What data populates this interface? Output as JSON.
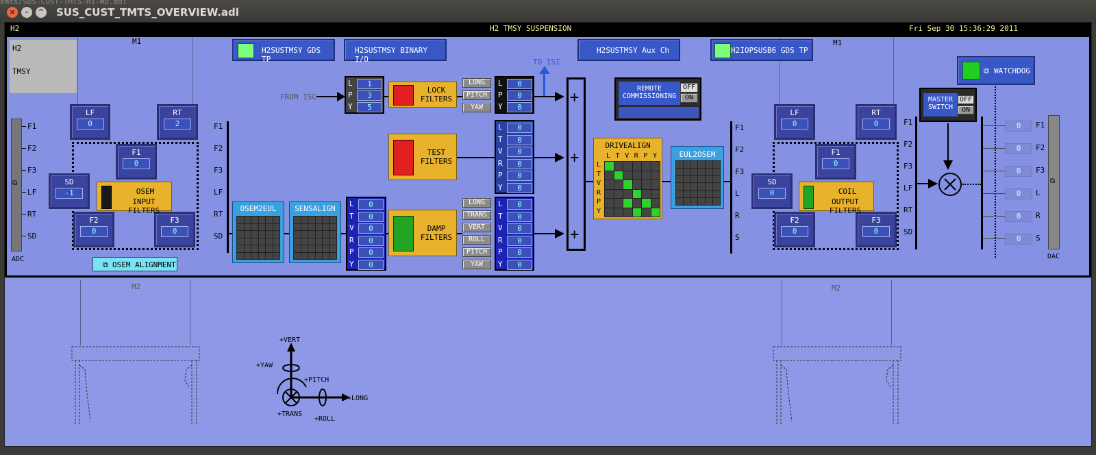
{
  "window": {
    "title": "SUS_CUST_TMTS_OVERVIEW.adl",
    "bg_fragment_1": "emts/SUS-CUST-TMTS-H1-WD.adl",
    "close_glyph": "×",
    "min_glyph": "–",
    "max_glyph": "^"
  },
  "header": {
    "left": "H2",
    "center": "H2 TMSY SUSPENSION",
    "right": "Fri Sep 30 15:36:29 2011"
  },
  "info_box": {
    "line1": "H2",
    "line2": "TMSY"
  },
  "buttons": {
    "gds_tp": "H2SUSTMSY GDS TP",
    "binary_io": "H2SUSTMSY BINARY I/O",
    "aux_ch": "H2SUSTMSY Aux Ch",
    "iop_gds_tp": "H2IOPSUSB6 GDS TP",
    "watchdog": "WATCHDOG",
    "osem_alignment": "OSEM ALIGNMENT"
  },
  "labels": {
    "m1": "M1",
    "m2": "M2",
    "adc": "ADC",
    "dac": "DAC",
    "from_isc": "FROM ISC",
    "to_isi": "TO ISI",
    "plus": "+",
    "chooser_glyph": "⧉"
  },
  "adc_inputs": [
    "F1",
    "F2",
    "F3",
    "LF",
    "RT",
    "SD"
  ],
  "osem_left": {
    "LF": "0",
    "RT": "2",
    "F1": "0",
    "SD": "-1",
    "F2": "0",
    "F3": "0",
    "title_lf": "LF",
    "title_rt": "RT",
    "title_f1": "F1",
    "title_sd": "SD",
    "title_f2": "F2",
    "title_f3": "F3"
  },
  "osem_right": {
    "LF": "0",
    "RT": "0",
    "F1": "0",
    "SD": "0",
    "F2": "0",
    "F3": "0",
    "title_lf": "LF",
    "title_rt": "RT",
    "title_f1": "F1",
    "title_sd": "SD",
    "title_f2": "F2",
    "title_f3": "F3"
  },
  "filters": {
    "osem_input": [
      "OSEM",
      "INPUT FILTERS"
    ],
    "coil_output": [
      "COIL",
      "OUTPUT FILTERS"
    ],
    "lock": [
      "LOCK",
      "FILTERS"
    ],
    "test": [
      "TEST",
      "FILTERS"
    ],
    "damp": [
      "DAMP",
      "FILTERS"
    ]
  },
  "matrices": {
    "osem2eul": "OSEM2EUL",
    "sensalign": "SENSALIGN",
    "drivealign": "DRIVEALIGN",
    "eul2osem": "EUL2OSEM"
  },
  "lock_in": {
    "labels": [
      "L",
      "P",
      "Y"
    ],
    "values": [
      "1",
      "3",
      "5"
    ]
  },
  "lock_buttons": [
    "LONG",
    "PITCH",
    "YAW"
  ],
  "lock_out": {
    "labels": [
      "L",
      "P",
      "Y"
    ],
    "values": [
      "0",
      "0",
      "0"
    ]
  },
  "test_out": {
    "labels": [
      "L",
      "T",
      "V",
      "R",
      "P",
      "Y"
    ],
    "values": [
      "0",
      "0",
      "0",
      "0",
      "0",
      "0"
    ]
  },
  "sens_out": {
    "labels": [
      "L",
      "T",
      "V",
      "R",
      "P",
      "Y"
    ],
    "values": [
      "0",
      "0",
      "0",
      "0",
      "0",
      "0"
    ]
  },
  "damp_buttons": [
    "LONG",
    "TRANS",
    "VERT",
    "ROLL",
    "PITCH",
    "YAW"
  ],
  "damp_out": {
    "labels": [
      "L",
      "T",
      "V",
      "R",
      "P",
      "Y"
    ],
    "values": [
      "0",
      "0",
      "0",
      "0",
      "0",
      "0"
    ]
  },
  "drivealign_cols": [
    "L",
    "T",
    "V",
    "R",
    "P",
    "Y"
  ],
  "drivealign_rows": [
    "L",
    "T",
    "V",
    "R",
    "P",
    "Y"
  ],
  "remote": {
    "label": [
      "REMOTE",
      "COMMISSIONING"
    ],
    "off": "OFF",
    "on": "ON"
  },
  "master": {
    "label": [
      "MASTER",
      "SWITCH"
    ],
    "off": "OFF",
    "on": "ON"
  },
  "eul_outputs": [
    "F1",
    "F2",
    "F3",
    "L",
    "R",
    "S"
  ],
  "coil_inputs": [
    "F1",
    "F2",
    "F3",
    "LF",
    "RT",
    "SD"
  ],
  "dac_outputs": {
    "labels": [
      "F1",
      "F2",
      "F3",
      "L",
      "R",
      "S"
    ],
    "values": [
      "0",
      "0",
      "0",
      "0",
      "0",
      "0"
    ]
  },
  "axes": {
    "vert": "+VERT",
    "yaw": "+YAW",
    "pitch": "+PITCH",
    "long": "+LONG",
    "trans": "+TRANS",
    "roll": "+ROLL"
  },
  "colors": {
    "bg": "#8d99e6",
    "filter": "#e8b22c",
    "matrix": "#3aa0e0",
    "green": "#2ed12e"
  }
}
